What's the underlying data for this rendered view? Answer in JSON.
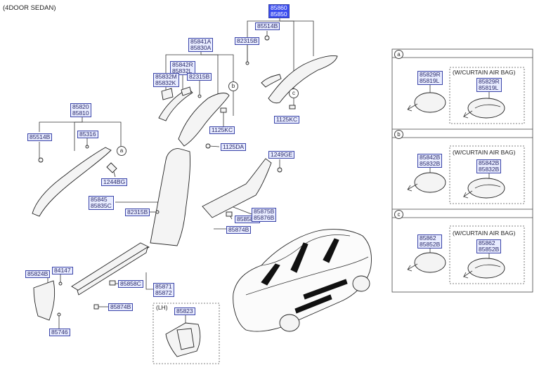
{
  "header": {
    "title": "(4DOOR SEDAN)"
  },
  "callouts": {
    "c85860": [
      "85860",
      "85850"
    ],
    "c85514B_top": [
      "85514B"
    ],
    "c82315B_top": [
      "82315B"
    ],
    "c85841A": [
      "85841A",
      "85830A"
    ],
    "c85842R": [
      "85842R",
      "85832L"
    ],
    "c85832M": [
      "85832M",
      "85832K"
    ],
    "c82315B_mid": [
      "82315B"
    ],
    "c1125KC_a": [
      "1125KC"
    ],
    "c1125KC_b": [
      "1125KC"
    ],
    "c85820": [
      "85820",
      "85810"
    ],
    "c85514B_left": [
      "85514B"
    ],
    "c85316": [
      "85316"
    ],
    "c1244BG": [
      "1244BG"
    ],
    "c1125DA": [
      "1125DA"
    ],
    "c1249GE": [
      "1249GE"
    ],
    "c85845": [
      "85845",
      "85835C"
    ],
    "c82315B_low": [
      "82315B"
    ],
    "c85858C_a": [
      "85858C"
    ],
    "c85875B": [
      "85875B",
      "85876B"
    ],
    "c85874B_a": [
      "85874B"
    ],
    "c85824B": [
      "85824B"
    ],
    "c84147": [
      "84147"
    ],
    "c85746": [
      "85746"
    ],
    "c85858C_b": [
      "85858C"
    ],
    "c85871": [
      "85871",
      "85872"
    ],
    "c85874B_b": [
      "85874B"
    ],
    "c85823": [
      "85823"
    ]
  },
  "markers": {
    "a": "a",
    "b": "b",
    "c": "c"
  },
  "lh_label": "(LH)",
  "panels": [
    {
      "tag": "a",
      "left": [
        "85829R",
        "85819L"
      ],
      "airbag_caption": "(W/CURTAIN AIR BAG)",
      "right": [
        "85829R",
        "85819L"
      ]
    },
    {
      "tag": "b",
      "left": [
        "85842B",
        "85832B"
      ],
      "airbag_caption": "(W/CURTAIN AIR BAG)",
      "right": [
        "85842B",
        "85832B"
      ]
    },
    {
      "tag": "c",
      "left": [
        "85862",
        "85852B"
      ],
      "airbag_caption": "(W/CURTAIN AIR BAG)",
      "right": [
        "85862",
        "85852B"
      ]
    }
  ]
}
